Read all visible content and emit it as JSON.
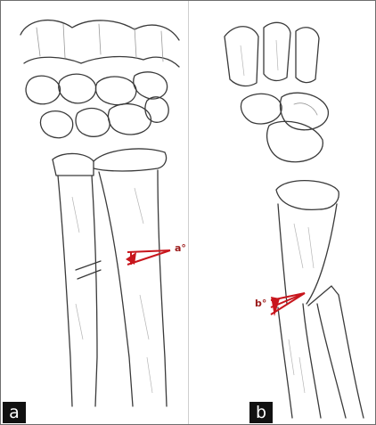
{
  "figure": {
    "panels": [
      {
        "id": "a",
        "label": "a",
        "angle_label": "a°"
      },
      {
        "id": "b",
        "label": "b",
        "angle_label": "b°"
      }
    ],
    "colors": {
      "measurement_lines": "#c8161d",
      "angle_text": "#9b1b1b",
      "sketch_lines": "#3a3a3a",
      "label_background": "#111111"
    }
  }
}
